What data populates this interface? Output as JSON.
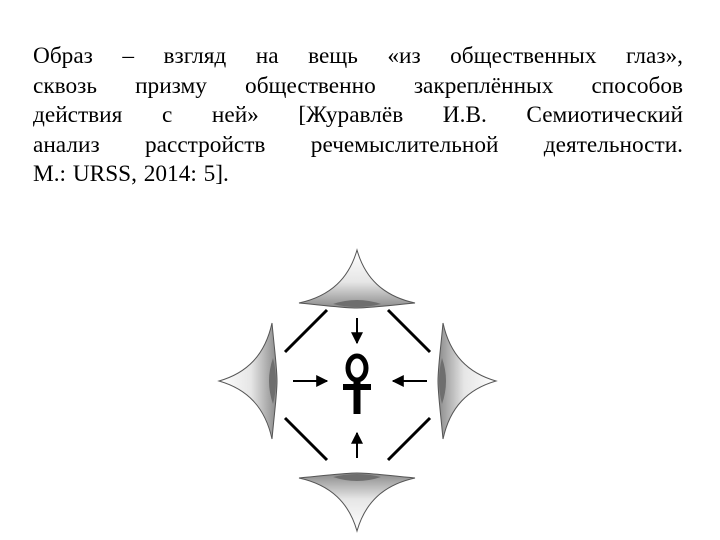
{
  "quote": {
    "lines": [
      "Образ – взгляд на вещь «из общественных глаз»,",
      "сквозь призму общественно закреплённых способов",
      "действия с ней» [Журавлёв И.В. Семиотический",
      "анализ расстройств речемыслительной деятельности.",
      "М.: URSS, 2014:  5]."
    ]
  },
  "diagram": {
    "center_symbol": "ankh-icon",
    "eye_shapes": [
      "top-eye",
      "right-eye",
      "bottom-eye",
      "left-eye"
    ],
    "arrows": [
      "arrow-from-top",
      "arrow-from-right",
      "arrow-from-bottom",
      "arrow-from-left"
    ],
    "colors": {
      "stroke": "#000000",
      "shade_dark": "#8a8a8a",
      "shade_light": "#f0f0f0"
    }
  }
}
